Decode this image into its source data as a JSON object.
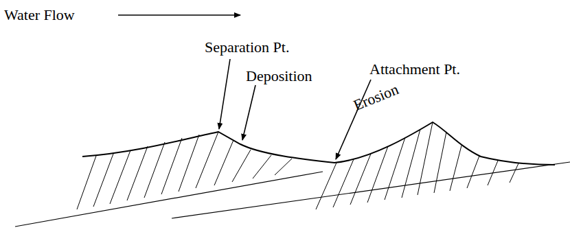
{
  "diagram": {
    "labels": [
      "Water Flow",
      "Separation Pt.",
      "Deposition",
      "Attachment Pt.",
      "Erosion"
    ]
  }
}
